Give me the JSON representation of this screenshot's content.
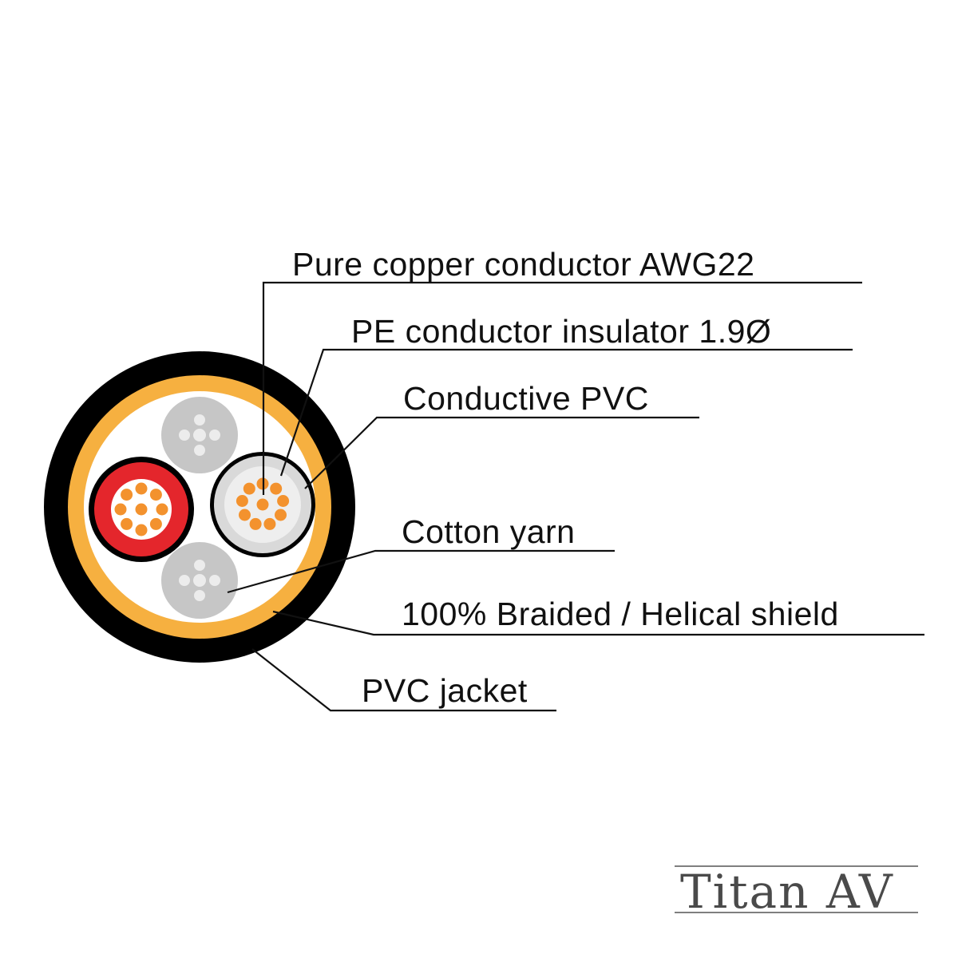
{
  "labels": {
    "copper_conductor": "Pure copper conductor AWG22",
    "pe_insulator": "PE conductor insulator 1.9Ø",
    "conductive_pvc": "Conductive PVC",
    "cotton_yarn": "Cotton yarn",
    "shield": "100% Braided / Helical shield",
    "jacket": "PVC jacket"
  },
  "brand": {
    "logo_text": "Titan AV"
  },
  "colors": {
    "jacket": "#000000",
    "shield": "#f6b040",
    "copper": "#f3922e",
    "red_insulator": "#e4262c",
    "white_insulator": "#eeeeee",
    "filler": "#c6c6c6",
    "leader_line": "#111111"
  }
}
